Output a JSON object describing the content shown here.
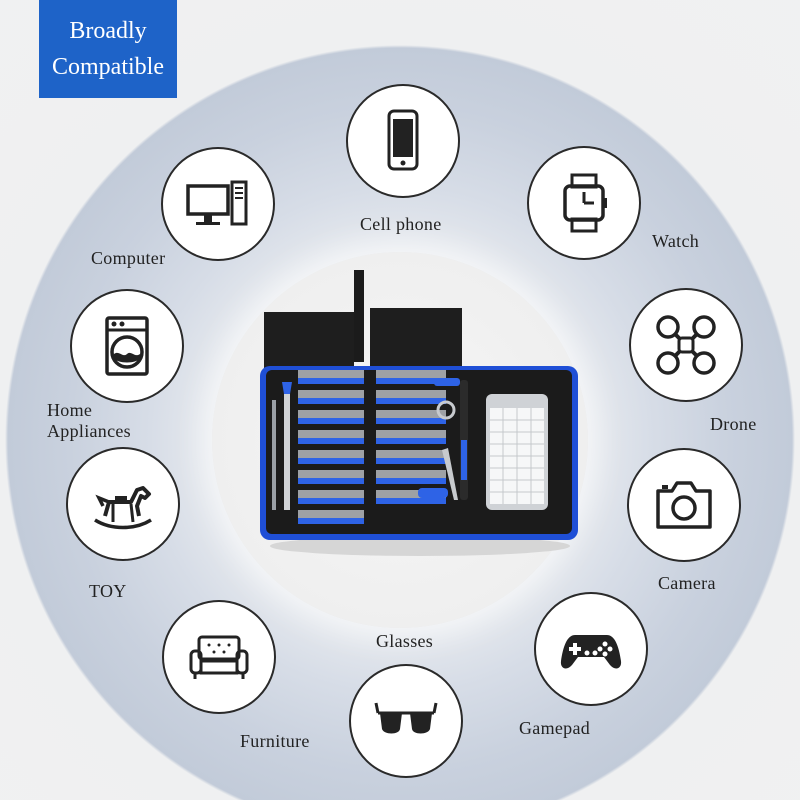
{
  "badge": {
    "line1": "Broadly",
    "line2": "Compatible"
  },
  "devices": [
    {
      "id": "cell-phone",
      "label": "Cell phone",
      "icon": "cell-phone-icon"
    },
    {
      "id": "watch",
      "label": "Watch",
      "icon": "watch-icon"
    },
    {
      "id": "drone",
      "label": "Drone",
      "icon": "drone-icon"
    },
    {
      "id": "camera",
      "label": "Camera",
      "icon": "camera-icon"
    },
    {
      "id": "gamepad",
      "label": "Gamepad",
      "icon": "gamepad-icon"
    },
    {
      "id": "glasses",
      "label": "Glasses",
      "icon": "glasses-icon"
    },
    {
      "id": "furniture",
      "label": "Furniture",
      "icon": "sofa-icon"
    },
    {
      "id": "toy",
      "label": "TOY",
      "icon": "rocking-horse-icon"
    },
    {
      "id": "home-appliances",
      "label_line1": "Home",
      "label_line2": "Appliances",
      "icon": "washing-machine-icon"
    },
    {
      "id": "computer",
      "label": "Computer",
      "icon": "computer-icon"
    }
  ],
  "colors": {
    "badge": "#1e63c8",
    "kit_blue": "#1f4fd6",
    "kit_black": "#1b1b1b"
  }
}
